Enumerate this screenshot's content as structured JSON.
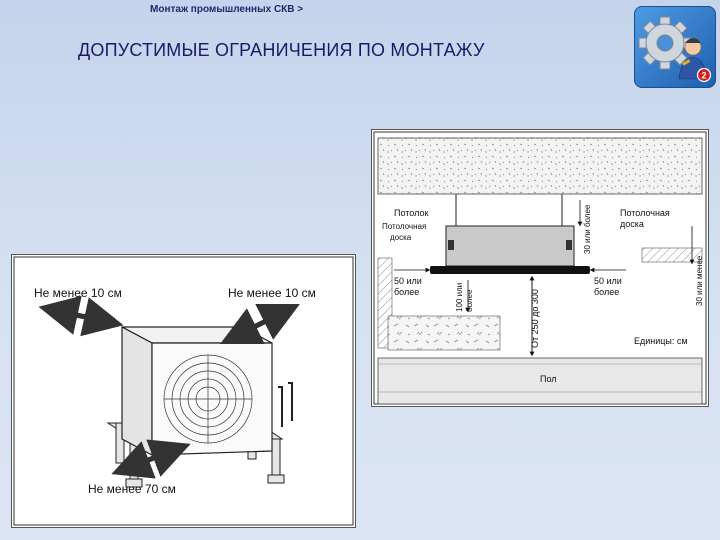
{
  "header": {
    "breadcrumb": "Монтаж промышленных СКВ >",
    "title": "ДОПУСТИМЫЕ ОГРАНИЧЕНИЯ ПО МОНТАЖУ",
    "logo_badge": "2"
  },
  "indoor_diagram": {
    "ceiling_label": "Потолок",
    "ceiling_board_left": [
      "Потолочная",
      "доска"
    ],
    "ceiling_board_right": [
      "Потолочная",
      "доска"
    ],
    "clearance_top": "30 или более",
    "clearance_right": "30 или менее",
    "clearance_side_left": [
      "50 или",
      "более"
    ],
    "clearance_side_right": [
      "50 или",
      "более"
    ],
    "clearance_below": [
      "100 или",
      "более"
    ],
    "height_range": "От 250 до 300",
    "units": "Единицы: см",
    "floor_label": "Пол"
  },
  "outdoor_diagram": {
    "left_clearance": "Не менее 10 см",
    "right_clearance": "Не менее 10 см",
    "front_clearance": "Не менее 70 см"
  },
  "colors": {
    "title": "#1a1a66",
    "breadcrumb": "#1e2a6a",
    "background_top": "#c4d4ec",
    "background_bottom": "#dbe5f4"
  }
}
